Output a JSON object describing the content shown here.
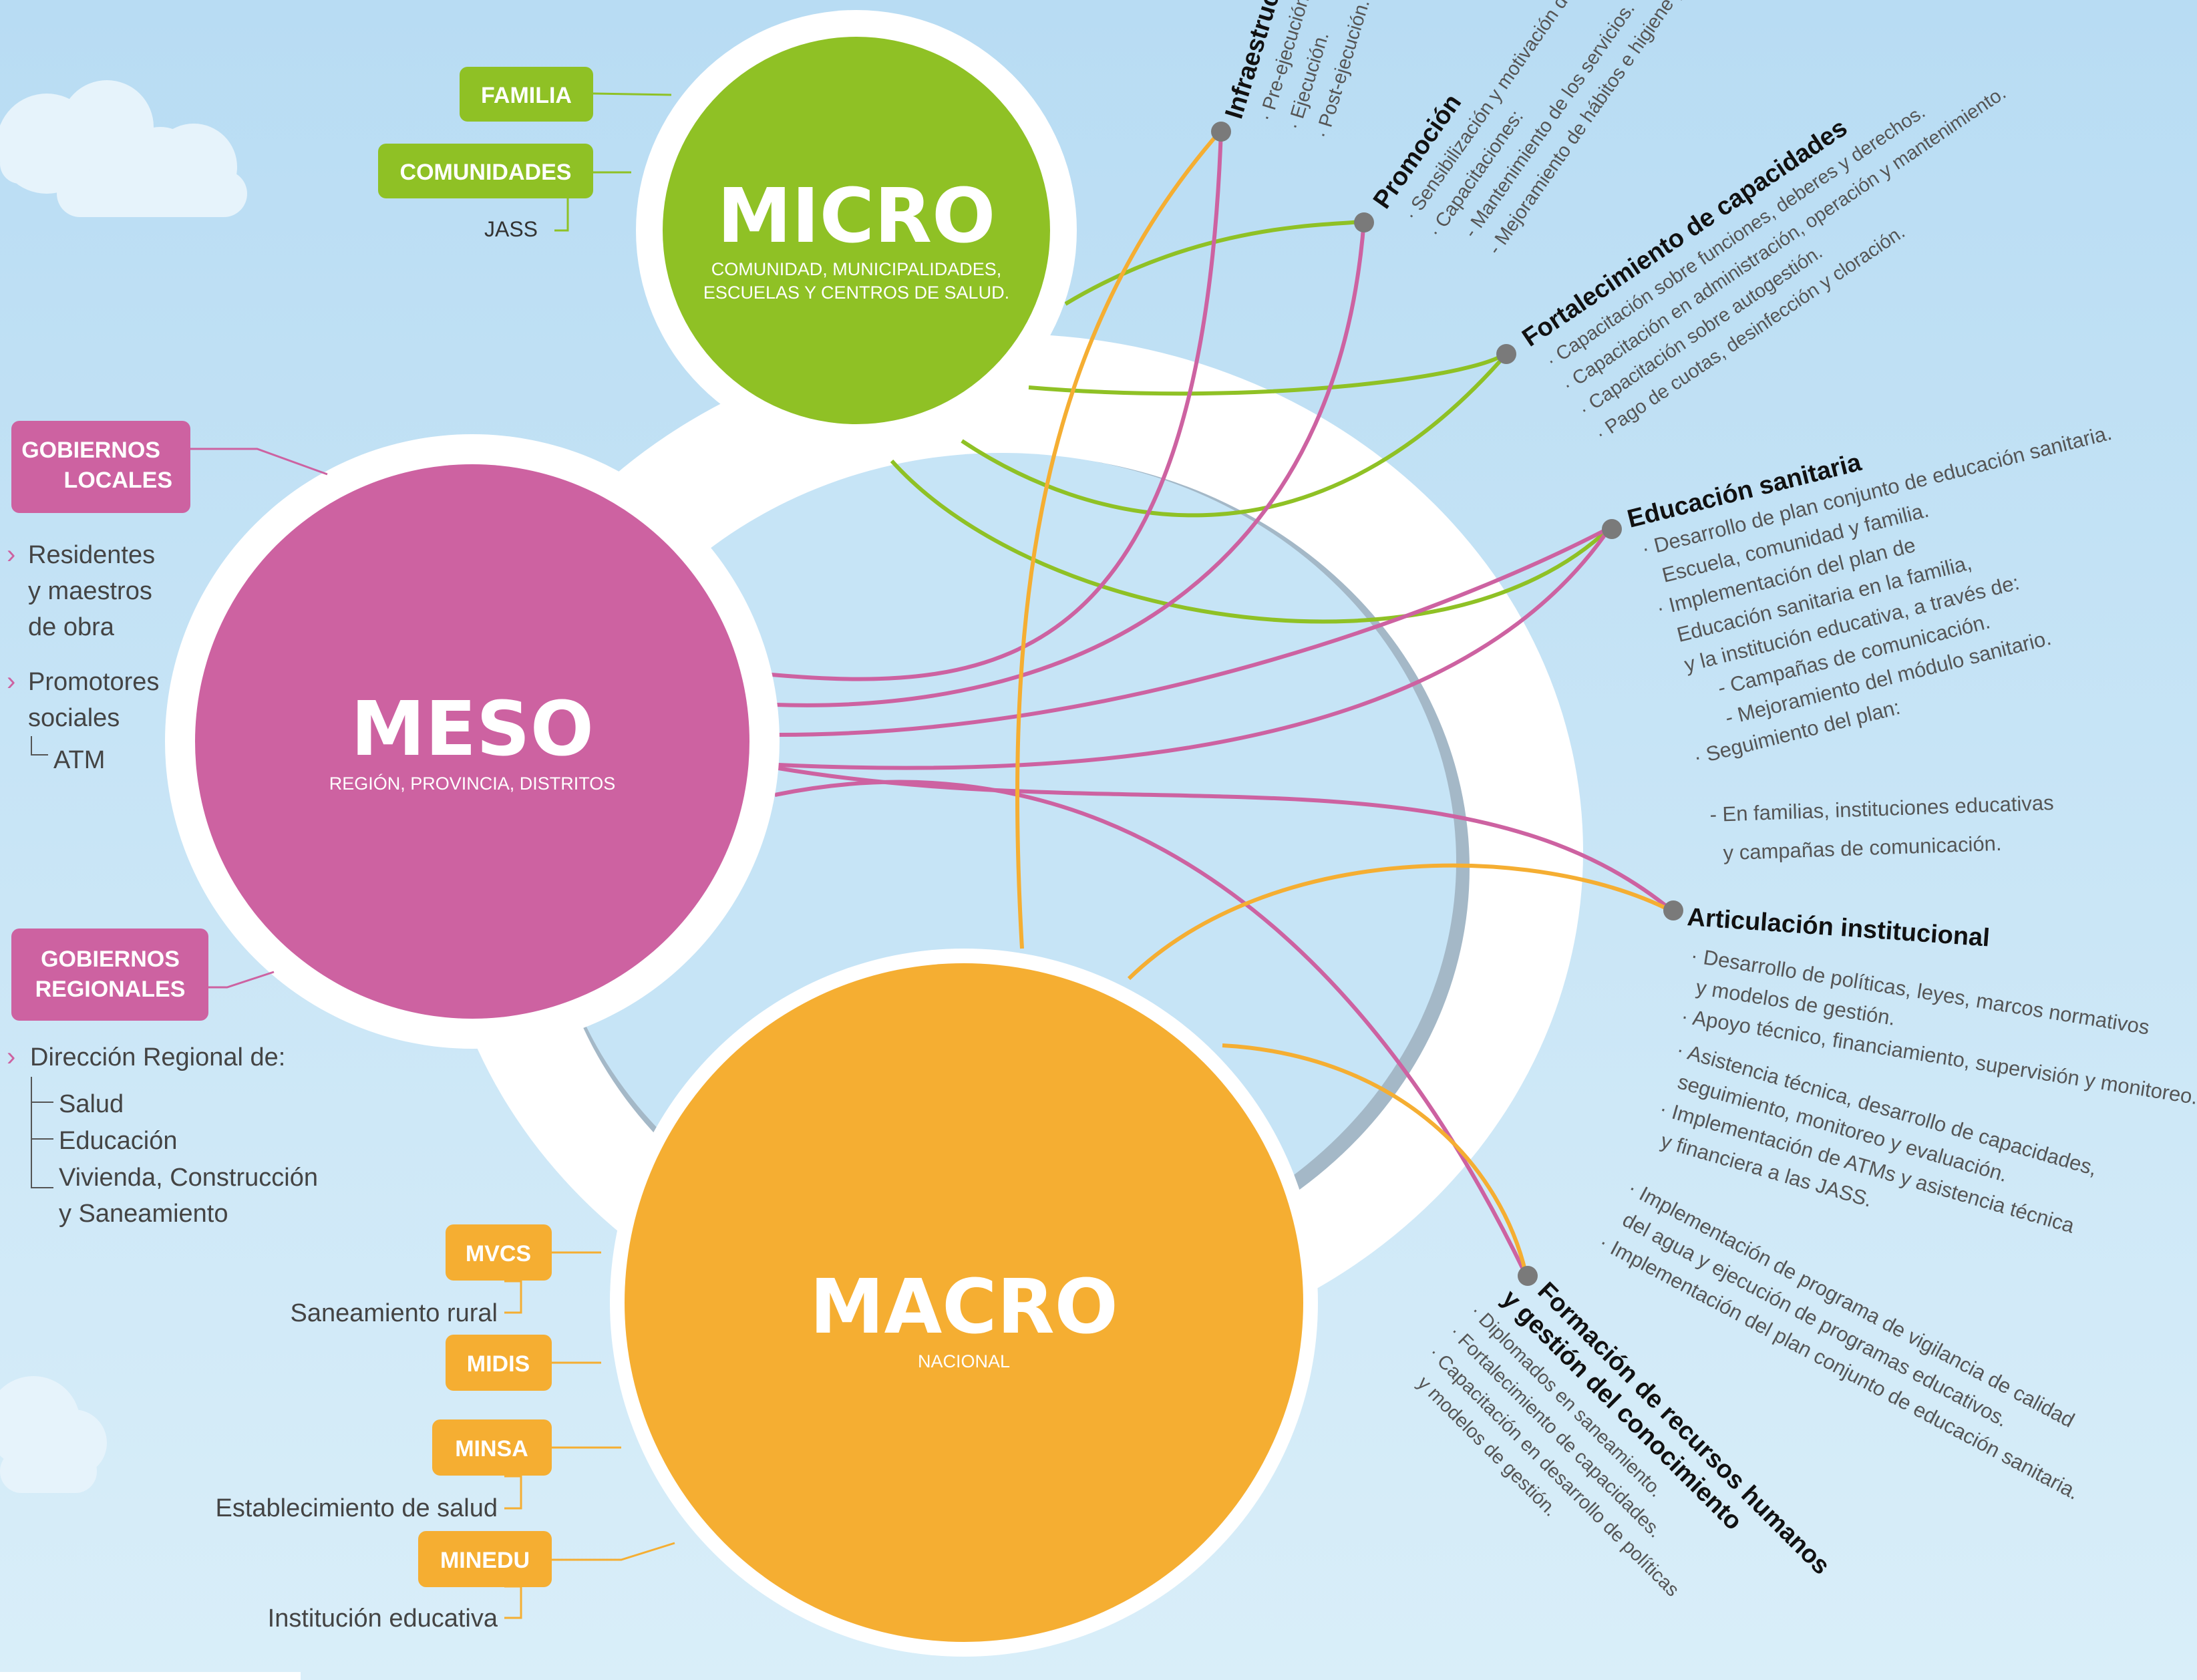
{
  "levels": {
    "micro": {
      "title": "MICRO",
      "subtitle_1": "COMUNIDAD, MUNICIPALIDADES,",
      "subtitle_2": "ESCUELAS Y CENTROS DE SALUD."
    },
    "meso": {
      "title": "MESO",
      "subtitle_1": "REGIÓN, PROVINCIA, DISTRITOS"
    },
    "macro": {
      "title": "MACRO",
      "subtitle_1": "NACIONAL"
    }
  },
  "micro_actors": {
    "familia": "FAMILIA",
    "comunidades": "COMUNIDADES",
    "jass": "JASS"
  },
  "meso_actors": {
    "gob_locales_1": "GOBIERNOS",
    "gob_locales_2": "LOCALES",
    "residentes_1": "Residentes",
    "residentes_2": "y maestros",
    "residentes_3": "de obra",
    "promotores_1": "Promotores",
    "promotores_2": "sociales",
    "atm": "ATM",
    "gob_regionales_1": "GOBIERNOS",
    "gob_regionales_2": "REGIONALES",
    "direccion": "Dirección Regional de:",
    "salud": "Salud",
    "educacion": "Educación",
    "vivienda_1": "Vivienda, Construcción",
    "vivienda_2": "y Saneamiento"
  },
  "macro_actors": {
    "mvcs": "MVCS",
    "saneamiento_rural": "Saneamiento rural",
    "midis": "MIDIS",
    "minsa": "MINSA",
    "establecimiento": "Establecimiento de salud",
    "minedu": "MINEDU",
    "institucion": "Institución educativa"
  },
  "components": {
    "infraestructura": {
      "title": "Infraestructura",
      "items": [
        "· Pre-ejecución.",
        "· Ejecución.",
        "· Post-ejecución."
      ]
    },
    "promocion": {
      "title": "Promoción",
      "items": [
        "· Sensibilización y motivación de",
        "· Capacitaciones:",
        "- Mantenimiento de los servicios.",
        "- Mejoramiento de hábitos e higiene perso"
      ]
    },
    "fortalecimiento": {
      "title": "Fortalecimiento de capacidades",
      "items": [
        "· Capacitación sobre funciones, deberes y derechos.",
        "· Capacitación en administración, operación y mantenimiento.",
        "· Capacitación sobre autogestión.",
        "· Pago de cuotas, desinfección y cloración."
      ]
    },
    "educacion": {
      "title": "Educación sanitaria",
      "items": [
        "· Desarrollo de plan conjunto de educación sanitaria.",
        "Escuela, comunidad y familia.",
        "· Implementación del plan de",
        "Educación sanitaria en la familia,",
        "y la institución educativa, a través de:",
        "- Campañas de comunicación.",
        "- Mejoramiento del módulo sanitario.",
        "· Seguimiento del plan:",
        "- En familias, instituciones educativas",
        "y campañas de comunicación."
      ]
    },
    "articulacion": {
      "title": "Articulación institucional",
      "items": [
        "· Desarrollo de políticas, leyes, marcos normativos",
        "y modelos de gestión.",
        "· Apoyo técnico, financiamiento, supervisión y monitoreo.",
        "· Asistencia técnica, desarrollo de capacidades,",
        "seguimiento, monitoreo y evaluación.",
        "· Implementación de ATMs y asistencia técnica",
        "y financiera a las JASS.",
        "· Implementación de programa de vigilancia de calidad",
        "del agua y ejecución de programas educativos.",
        "· Implementación del plan conjunto de educación sanitaria."
      ]
    },
    "formacion": {
      "title_1": "Formación de recursos humanos",
      "title_2": "y gestión del conocimiento",
      "items": [
        "· Diplomados en saneamiento.",
        "· Fortalecimiento de capacidades.",
        "· Capacitación en desarrollo de políticas",
        "y modelos de gestión."
      ]
    }
  },
  "colors": {
    "sky": "#c6e4f6",
    "micro": "#8fc125",
    "meso": "#cd62a1",
    "macro": "#f5ae32",
    "ring": "#ffffff",
    "ring_shadow": "#9fb4c4",
    "connector_dot": "#7a7a7a"
  }
}
